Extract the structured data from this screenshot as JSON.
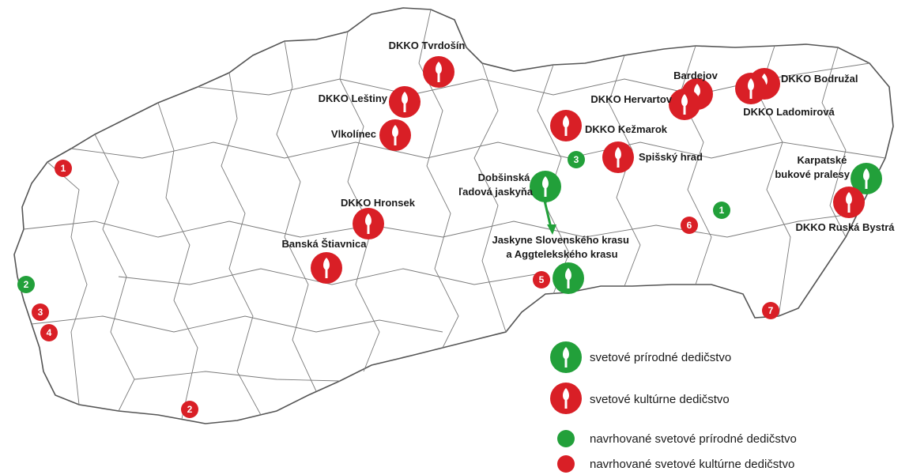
{
  "colors": {
    "natural": "#22a03a",
    "cultural": "#d91f26",
    "border": "#555555"
  },
  "icon_names": {
    "site_marker": "pin-marker-icon",
    "proposed_marker": "dot-marker-icon"
  },
  "natural_sites": {
    "dobsinska": "Dobšinská\nľadová jaskyňa",
    "karpatske": "Karpatské\nbukové pralesy",
    "jaskyne": "Jaskyne Slovenského krasu\na Aggtelekského krasu"
  },
  "cultural_sites": {
    "tvrdosin": "DKKO Tvrdošín",
    "lestiny": "DKKO Leštiny",
    "vlkolinec": "Vlkolínec",
    "hronsek": "DKKO Hronsek",
    "banska": "Banská Štiavnica",
    "hervartov": "DKKO Hervartov",
    "bardejov": "Bardejov",
    "kezmarok": "DKKO Kežmarok",
    "spissky": "Spišský hrad",
    "bodruzal": "DKKO Bodružal",
    "ladomirova": "DKKO Ladomirová",
    "ruska": "DKKO Ruská Bystrá"
  },
  "proposed_natural": [
    "2",
    "3",
    "1"
  ],
  "proposed_cultural": [
    "1",
    "3",
    "4",
    "2",
    "5",
    "6",
    "7"
  ],
  "legend": {
    "natural": "svetové prírodné dedičstvo",
    "cultural": "svetové kultúrne dedičstvo",
    "proposed_natural": "navrhované svetové prírodné dedičstvo",
    "proposed_cultural": "navrhované svetové kultúrne dedičstvo"
  }
}
